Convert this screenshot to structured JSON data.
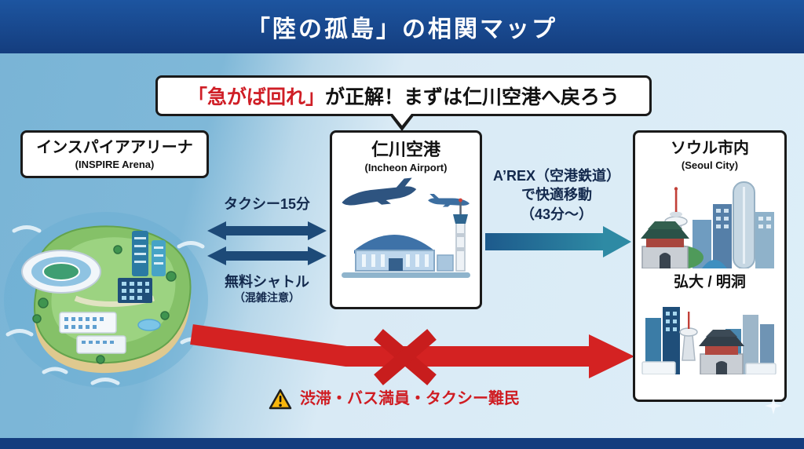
{
  "header": {
    "title": "「陸の孤島」の相関マップ"
  },
  "callout": {
    "highlight": "「急がば回れ」",
    "text": "が正解！まずは仁川空港へ戻ろう"
  },
  "arena": {
    "title": "インスパイアアリーナ",
    "subtitle": "(INSPIRE Arena)"
  },
  "airport": {
    "title": "仁川空港",
    "subtitle": "(Incheon Airport)"
  },
  "seoul": {
    "title": "ソウル市内",
    "subtitle": "(Seoul City)",
    "district": "弘大 / 明洞"
  },
  "routes": {
    "taxi_label": "タクシー15分",
    "shuttle_label": "無料シャトル",
    "shuttle_note": "（混雑注意）",
    "arex_line1": "A’REX（空港鉄道）",
    "arex_line2": "で快適移動",
    "arex_line3": "（43分〜）"
  },
  "warning": {
    "text": "渋滞・バス満員・タクシー難民"
  },
  "icons": {
    "warning": "warning-triangle-icon",
    "cross": "cross-icon",
    "sparkle": "sparkle-icon",
    "airplane": "airplane-icon",
    "control_tower": "control-tower-icon"
  },
  "colors": {
    "banner_navy": "#143d7e",
    "water_blue": "#7cb6d7",
    "panel_light": "#d9eaf5",
    "route_navy": "#1d4a78",
    "arex_teal": "#2e8aa4",
    "alert_red": "#d42222",
    "highlight_red": "#cf1e26",
    "warning_yellow": "#f7b50c"
  }
}
